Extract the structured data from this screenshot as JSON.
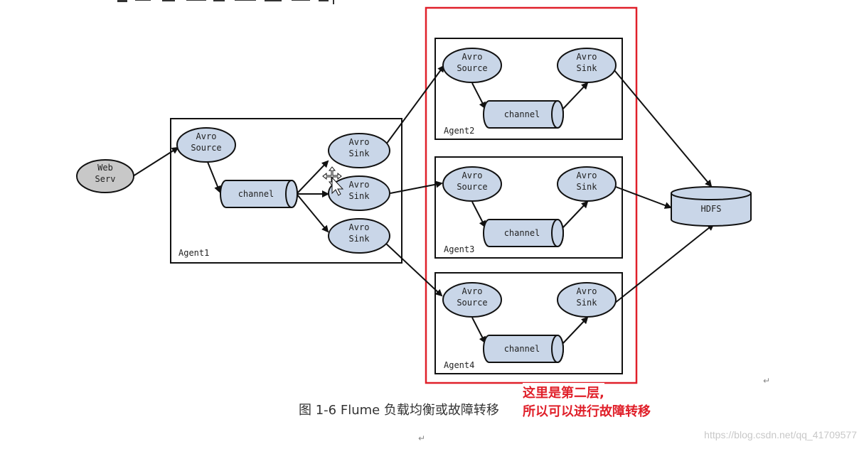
{
  "diagram": {
    "web_server": "Web\nServ",
    "agent1": {
      "label": "Agent1",
      "source": "Avro\nSource",
      "channel": "channel",
      "sinks": [
        "Avro\nSink",
        "Avro\nSink",
        "Avro\nSink"
      ]
    },
    "tier2_agents": [
      {
        "label": "Agent2",
        "source": "Avro\nSource",
        "channel": "channel",
        "sink": "Avro\nSink"
      },
      {
        "label": "Agent3",
        "source": "Avro\nSource",
        "channel": "channel",
        "sink": "Avro\nSink"
      },
      {
        "label": "Agent4",
        "source": "Avro\nSource",
        "channel": "channel",
        "sink": "Avro\nSink"
      }
    ],
    "hdfs": "HDFS"
  },
  "caption": "图 1-6 Flume 负载均衡或故障转移",
  "annotation": {
    "line1": "这里是第二层,",
    "line2": "所以可以进行故障转移"
  },
  "watermark": "https://blog.csdn.net/qq_41709577",
  "colors": {
    "node_fill": "#c9d6e8",
    "web_fill": "#c8c8c8",
    "highlight": "#e0202a"
  }
}
